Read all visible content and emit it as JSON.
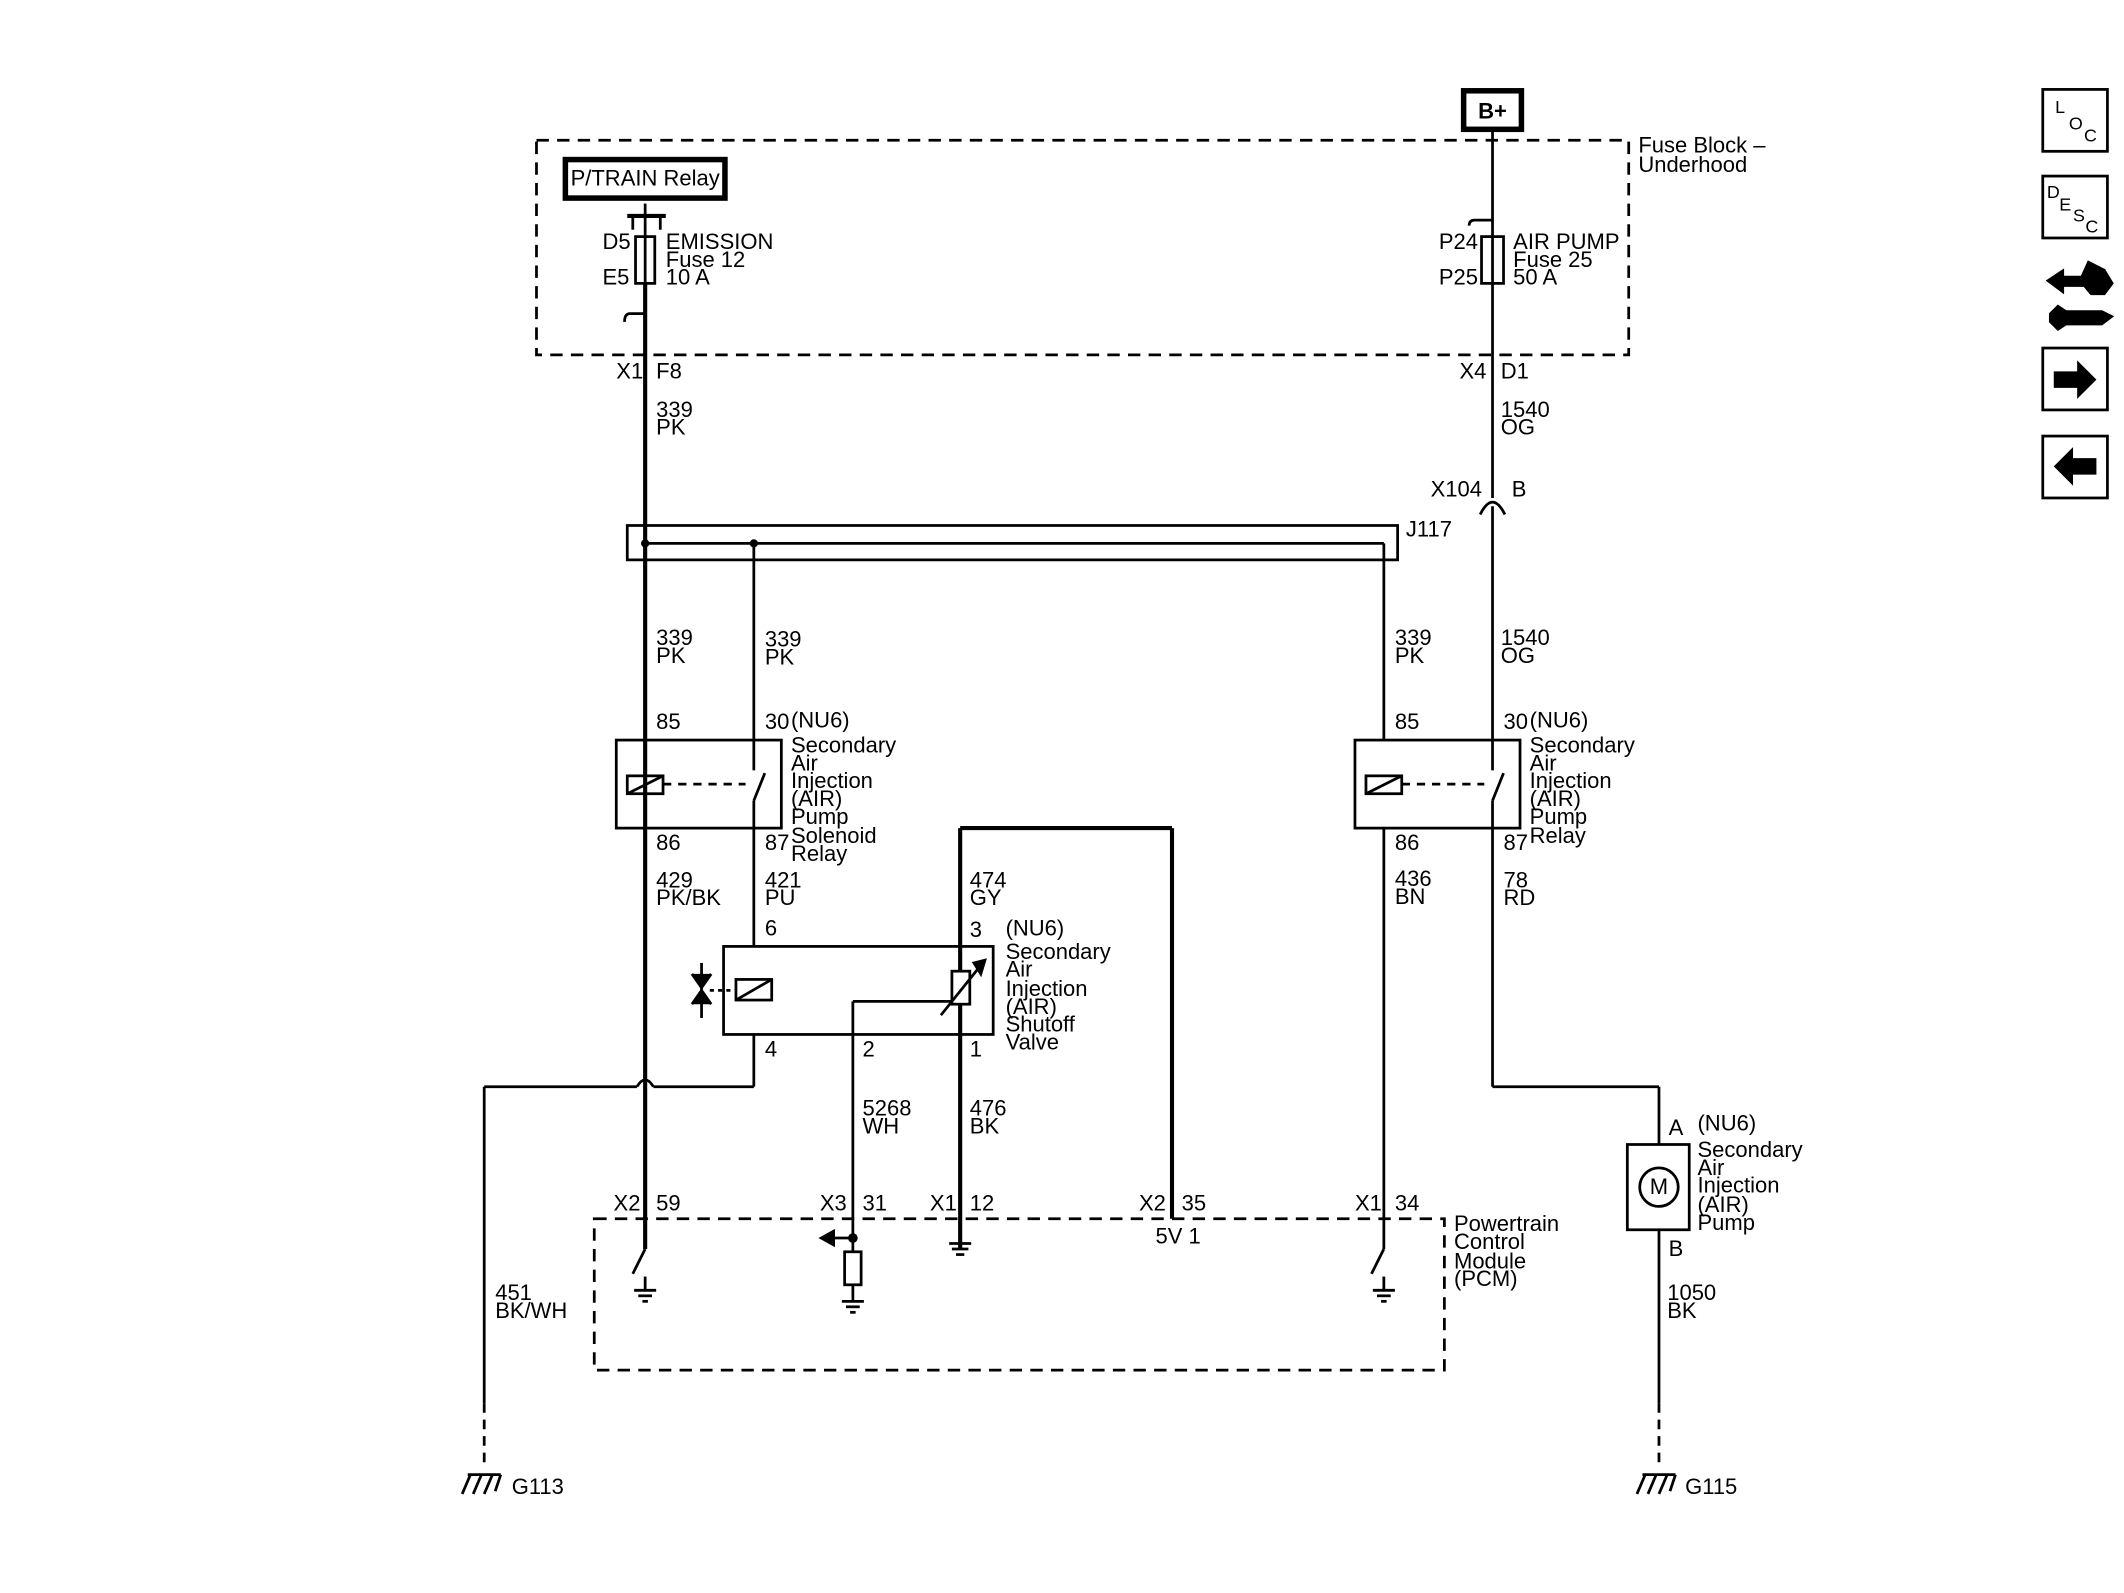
{
  "labels": {
    "b_plus": "B+",
    "fuse_block_l1": "Fuse Block –",
    "fuse_block_l2": "Underhood",
    "ptrain_relay": "P/TRAIN Relay",
    "d5": "D5",
    "e5": "E5",
    "emission_l1": "EMISSION",
    "emission_l2": "Fuse 12",
    "emission_l3": "10 A",
    "p24": "P24",
    "p25": "P25",
    "airpump_l1": "AIR PUMP",
    "airpump_l2": "Fuse 25",
    "airpump_l3": "50 A",
    "x1_top": "X1",
    "f8": "F8",
    "x4_top": "X4",
    "d1": "D1",
    "w339_num": "339",
    "w339_col": "PK",
    "w1540_num": "1540",
    "w1540_col": "OG",
    "x104": "X104",
    "b_pin": "B",
    "j117": "J117",
    "w339a_num": "339",
    "w339a_col": "PK",
    "w339b_num": "339",
    "w339b_col": "PK",
    "w339c_num": "339",
    "w339c_col": "PK",
    "w1540b_num": "1540",
    "w1540b_col": "OG",
    "r1_85": "85",
    "r1_30": "30",
    "r1_86": "86",
    "r1_87": "87",
    "r1_nu6": "(NU6)",
    "r1_n1": "Secondary",
    "r1_n2": "Air",
    "r1_n3": "Injection",
    "r1_n4": "(AIR)",
    "r1_n5": "Pump",
    "r1_n6": "Solenoid",
    "r1_n7": "Relay",
    "r2_85": "85",
    "r2_30": "30",
    "r2_86": "86",
    "r2_87": "87",
    "r2_nu6": "(NU6)",
    "r2_n1": "Secondary",
    "r2_n2": "Air",
    "r2_n3": "Injection",
    "r2_n4": "(AIR)",
    "r2_n5": "Pump",
    "r2_n6": "Relay",
    "w429_num": "429",
    "w429_col": "PK/BK",
    "w421_num": "421",
    "w421_col": "PU",
    "w474_num": "474",
    "w474_col": "GY",
    "w436_num": "436",
    "w436_col": "BN",
    "w78_num": "78",
    "w78_col": "RD",
    "v_6": "6",
    "v_3": "3",
    "v_4": "4",
    "v_2": "2",
    "v_1": "1",
    "v_nu6": "(NU6)",
    "v_n1": "Secondary",
    "v_n2": "Air",
    "v_n3": "Injection",
    "v_n4": "(AIR)",
    "v_n5": "Shutoff",
    "v_n6": "Valve",
    "w5268_num": "5268",
    "w5268_col": "WH",
    "w476_num": "476",
    "w476_col": "BK",
    "w451_num": "451",
    "w451_col": "BK/WH",
    "pa": "A",
    "pb": "B",
    "p_nu6": "(NU6)",
    "p_n1": "Secondary",
    "p_n2": "Air",
    "p_n3": "Injection",
    "p_n4": "(AIR)",
    "p_n5": "Pump",
    "motor": "M",
    "w1050_num": "1050",
    "w1050_col": "BK",
    "x2_59a": "X2",
    "x2_59b": "59",
    "x3_31a": "X3",
    "x3_31b": "31",
    "x1_12a": "X1",
    "x1_12b": "12",
    "x2_35a": "X2",
    "x2_35b": "35",
    "x1_34a": "X1",
    "x1_34b": "34",
    "five_v": "5V 1",
    "pcm_1": "Powertrain",
    "pcm_2": "Control",
    "pcm_3": "Module",
    "pcm_4": "(PCM)",
    "g113": "G113",
    "g115": "G115"
  },
  "sidebar": {
    "loc": {
      "a": "L",
      "b": "O",
      "c": "C"
    },
    "desc": {
      "a": "D",
      "b": "E",
      "c": "S",
      "d": "C"
    }
  }
}
